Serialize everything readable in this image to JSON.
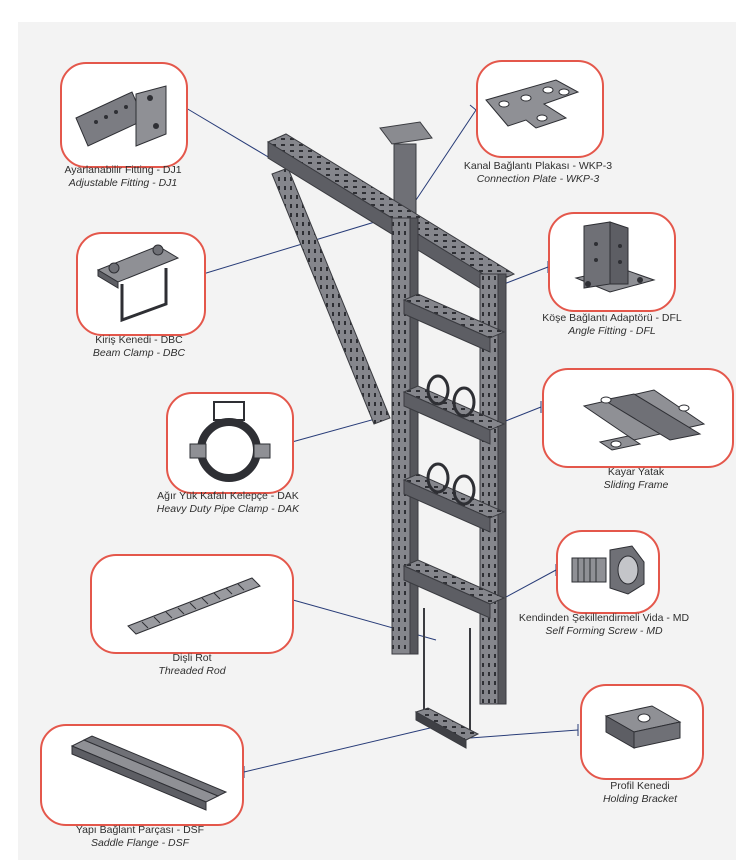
{
  "components": [
    {
      "id": "dj1",
      "tr": "Ayarlanabilir Fitting - DJ1",
      "en": "Adjustable Fitting - DJ1",
      "icon": "adjustable-fitting-icon"
    },
    {
      "id": "wkp3",
      "tr": "Kanal Bağlantı Plakası - WKP-3",
      "en": "Connection Plate - WKP-3",
      "icon": "connection-plate-icon"
    },
    {
      "id": "dbc",
      "tr": "Kiriş Kenedi - DBC",
      "en": "Beam Clamp - DBC",
      "icon": "beam-clamp-icon"
    },
    {
      "id": "dfl",
      "tr": "Köşe Bağlantı Adaptörü - DFL",
      "en": "Angle Fitting - DFL",
      "icon": "angle-fitting-icon"
    },
    {
      "id": "sliding",
      "tr": "Kayar Yatak",
      "en": "Sliding Frame",
      "icon": "sliding-frame-icon"
    },
    {
      "id": "dak",
      "tr": "Ağır Yük Kafalı Kelepçe - DAK",
      "en": "Heavy Duty Pipe Clamp - DAK",
      "icon": "pipe-clamp-icon"
    },
    {
      "id": "md",
      "tr": "Kendinden Şekillendirmeli Vida - MD",
      "en": "Self Forming Screw - MD",
      "icon": "screw-icon"
    },
    {
      "id": "rod",
      "tr": "Dişli Rot",
      "en": "Threaded Rod",
      "icon": "threaded-rod-icon"
    },
    {
      "id": "holding",
      "tr": "Profil Kenedi",
      "en": "Holding Bracket",
      "icon": "holding-bracket-icon"
    },
    {
      "id": "dsf",
      "tr": "Yapı Bağlant Parçası - DSF",
      "en": "Saddle Flange - DSF",
      "icon": "saddle-flange-icon"
    }
  ],
  "colors": {
    "accent": "#e4574b",
    "leader": "#283c78",
    "steel": "#7b7c82",
    "background": "#f3f3f3"
  }
}
